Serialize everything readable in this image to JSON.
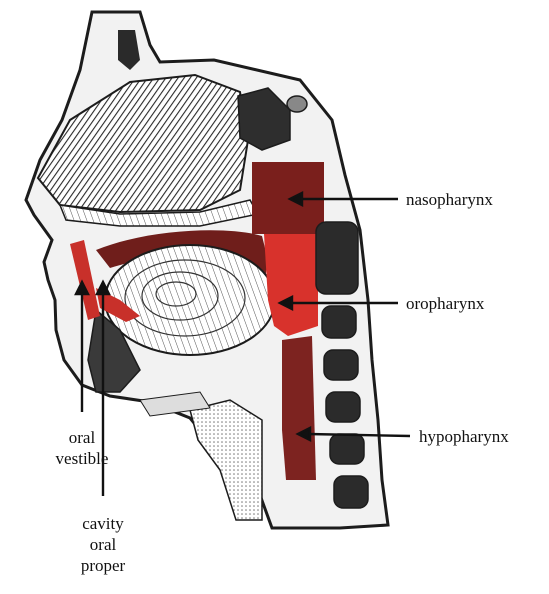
{
  "labels": {
    "nasopharynx": "nasopharynx",
    "oropharynx": "oropharynx",
    "hypopharynx": "hypopharynx",
    "oral_vestibule": [
      "oral",
      "vestible"
    ],
    "oral_cavity_proper": [
      "cavity",
      "oral",
      "proper"
    ]
  },
  "colors": {
    "nasopharynx": "#7a1f1c",
    "oropharynx": "#d8322c",
    "hypopharynx": "#7d2320",
    "oral_highlight": "#c8302a",
    "line_art": "#1c1c1c",
    "background": "#ffffff"
  }
}
